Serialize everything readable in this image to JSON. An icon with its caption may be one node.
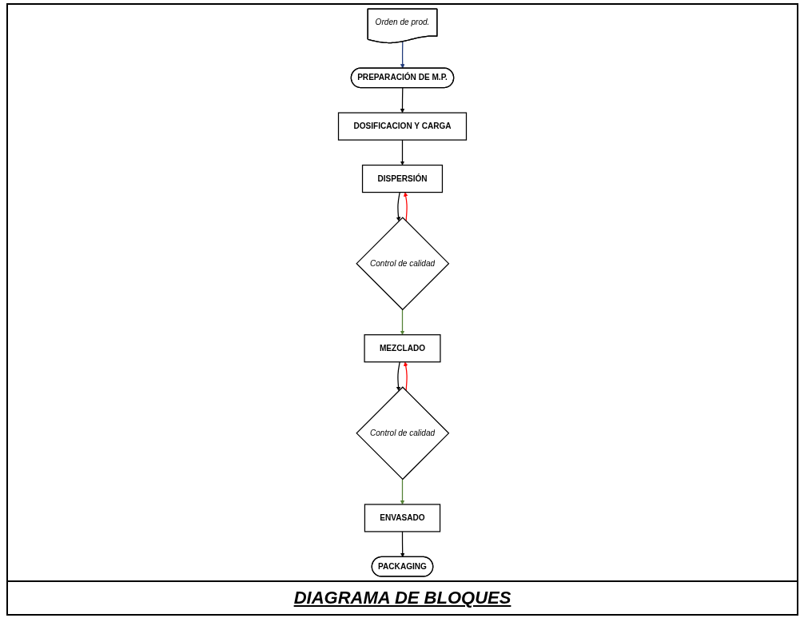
{
  "diagram": {
    "caption": "DIAGRAMA DE BLOQUES",
    "nodes": [
      {
        "text": [
          "Orden de prod."
        ]
      },
      {
        "text": [
          "PREPARACIÓN DE M.P."
        ]
      },
      {
        "text": [
          "DOSIFICACION Y CARGA"
        ]
      },
      {
        "text": [
          "DISPERSIÓN"
        ]
      },
      {
        "text": [
          "Control de calidad"
        ]
      },
      {
        "text": [
          "MEZCLADO"
        ]
      },
      {
        "text": [
          "Control de calidad"
        ]
      },
      {
        "text": [
          "ENVASADO"
        ]
      },
      {
        "text": [
          "PACKAGING"
        ]
      }
    ],
    "edges": [
      {
        "from": 0,
        "to": 1,
        "arrow": "to",
        "color": "#1f3a7a"
      },
      {
        "from": 1,
        "to": 2,
        "arrow": "to"
      },
      {
        "from": 2,
        "to": 3,
        "arrow": "to"
      },
      {
        "from": 3,
        "to": 4,
        "arrow": "to"
      },
      {
        "from": 4,
        "to": 3,
        "arrow": "to",
        "color": "#ff0000"
      },
      {
        "from": 4,
        "to": 5,
        "arrow": "to",
        "color": "#548235"
      },
      {
        "from": 5,
        "to": 6,
        "arrow": "to"
      },
      {
        "from": 6,
        "to": 5,
        "arrow": "to",
        "color": "#ff0000"
      },
      {
        "from": 6,
        "to": 7,
        "arrow": "to",
        "color": "#548235"
      },
      {
        "from": 7,
        "to": 8,
        "arrow": "to"
      }
    ]
  }
}
